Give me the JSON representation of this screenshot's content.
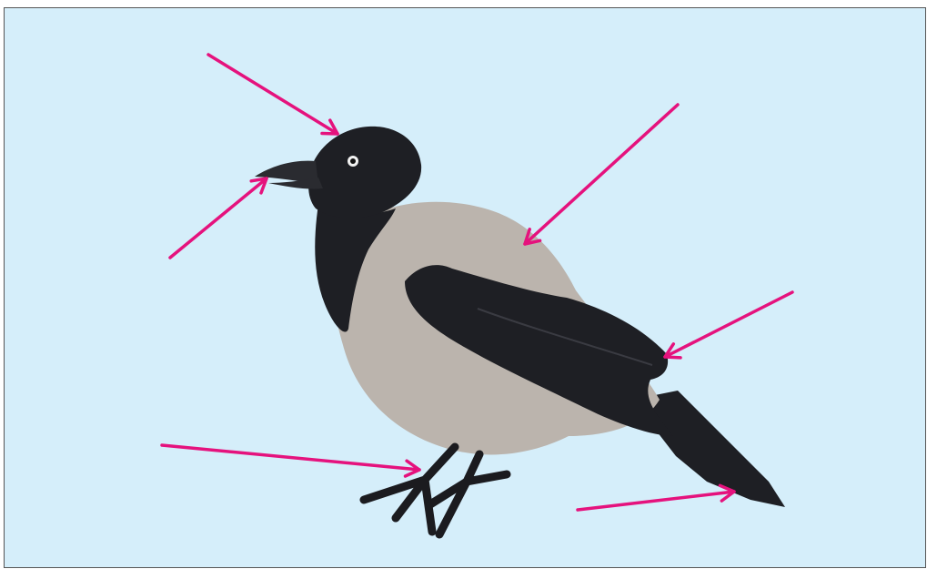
{
  "diagram": {
    "background_color": "#d5eefa",
    "arrow_color": "#e5127d",
    "subject": "hooded-crow",
    "colors": {
      "black_plumage": "#1e1f24",
      "grey_plumage": "#bbb4ad",
      "beak": "#2a2b30",
      "legs": "#1b1b1f",
      "eye": "#f2f2f2"
    },
    "arrows": [
      {
        "target": "crown"
      },
      {
        "target": "beak"
      },
      {
        "target": "back"
      },
      {
        "target": "wing"
      },
      {
        "target": "feet"
      },
      {
        "target": "tail"
      }
    ]
  }
}
